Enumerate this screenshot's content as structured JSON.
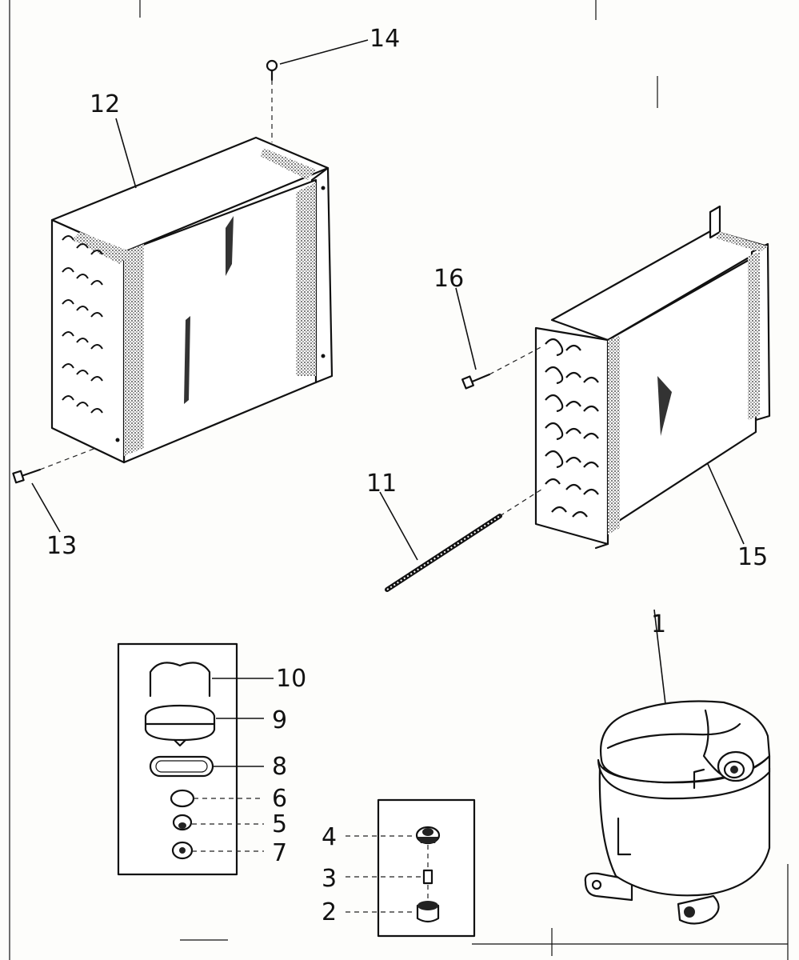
{
  "labels": {
    "p1": "1",
    "p2": "2",
    "p3": "3",
    "p4": "4",
    "p5": "5",
    "p6": "6",
    "p7": "7",
    "p8": "8",
    "p9": "9",
    "p10": "10",
    "p11": "11",
    "p12": "12",
    "p13": "13",
    "p14": "14",
    "p15": "15",
    "p16": "16"
  },
  "colors": {
    "ink": "#111111",
    "paper": "#fdfdfb",
    "shade": "#3a3a3a"
  }
}
